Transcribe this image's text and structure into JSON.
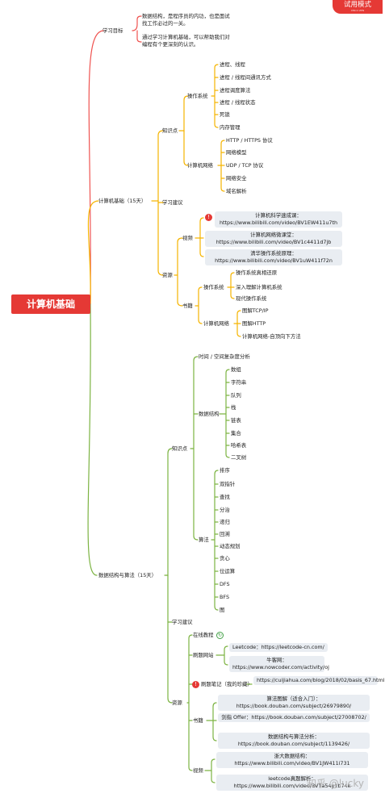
{
  "badge": {
    "label": "试用模式",
    "sub": "XMind ZEN"
  },
  "root": {
    "label": "计算机基础"
  },
  "goal": {
    "label": "学习目标",
    "items": [
      "数据结构，是程序员的内功，也是面试找工作必过的一关。",
      "通过学习计算机基础，可以帮助我们对编程有个更深刻的认识。"
    ]
  },
  "cs": {
    "label": "计算机基础（15天）",
    "knowledge": "知识点",
    "os": {
      "label": "操作系统",
      "items": [
        "进程、线程",
        "进程 / 线程间通讯方式",
        "进程调度算法",
        "进程 / 线程状态",
        "死锁",
        "内存管理"
      ]
    },
    "net": {
      "label": "计算机网络",
      "items": [
        "HTTP / HTTPS 协议",
        "网络模型",
        "UDP / TCP 协议",
        "网络安全",
        "域名解析"
      ]
    },
    "advice": "学习建议",
    "resources": "资源",
    "video": {
      "label": "视频",
      "items": [
        "计算机科学速成课：https://www.bilibili.com/video/BV1EW411u7th",
        "计算机网络微课堂：https://www.bilibili.com/video/BV1c4411d7jb",
        "清华操作系统原理：https://www.bilibili.com/video/BV1uW411f72n"
      ]
    },
    "books": {
      "label": "书籍",
      "os": {
        "label": "操作系统",
        "items": [
          "操作系统真相还原",
          "深入理解计算机系统",
          "现代操作系统"
        ]
      },
      "net": {
        "label": "计算机网络",
        "items": [
          "图解TCP/IP",
          "图解HTTP",
          "计算机网络-自顶向下方法"
        ]
      }
    }
  },
  "ds": {
    "label": "数据结构与算法（15天）",
    "knowledge": "知识点",
    "complexity": "时间 / 空间复杂度分析",
    "structs": {
      "label": "数据结构",
      "items": [
        "数组",
        "字符串",
        "队列",
        "栈",
        "链表",
        "集合",
        "哈希表",
        "二叉树"
      ]
    },
    "algo": {
      "label": "算法",
      "items": [
        "排序",
        "双指针",
        "查找",
        "分治",
        "递归",
        "回溯",
        "动态规划",
        "贪心",
        "位运算",
        "DFS",
        "BFS",
        "图"
      ]
    },
    "advice": "学习建议",
    "resources": "资源",
    "online": "在线教程",
    "practice": {
      "label": "刷题网站",
      "items": [
        "Leetcode：https://leetcode-cn.com/",
        "牛客网：https://www.nowcoder.com/activity/oj"
      ]
    },
    "notes": {
      "label": "刷题笔记（我的珍藏）",
      "value": "https://cuijiahua.com/blog/2018/02/basis_67.html"
    },
    "books": {
      "label": "书籍",
      "items": [
        "算法图解（适合入门）：https://book.douban.com/subject/26979890/",
        "剑指 Offer：https://book.douban.com/subject/27008702/",
        "数据结构与算法分析：https://book.douban.com/subject/1139426/"
      ]
    },
    "videos": {
      "label": "视频",
      "items": [
        "浙大数据结构：https://www.bilibili.com/video/BV1JW411i731",
        "leetcode真题解析：https://www.bilibili.com/video/BV1a54y1b74k"
      ]
    }
  },
  "watermark": "知乎 @lucky",
  "colors": {
    "root": "#e53935",
    "goal_branch": "#ef5350",
    "cs_branch": "#f5b400",
    "ds_branch": "#7cb342",
    "pill": "#e9edf2"
  }
}
